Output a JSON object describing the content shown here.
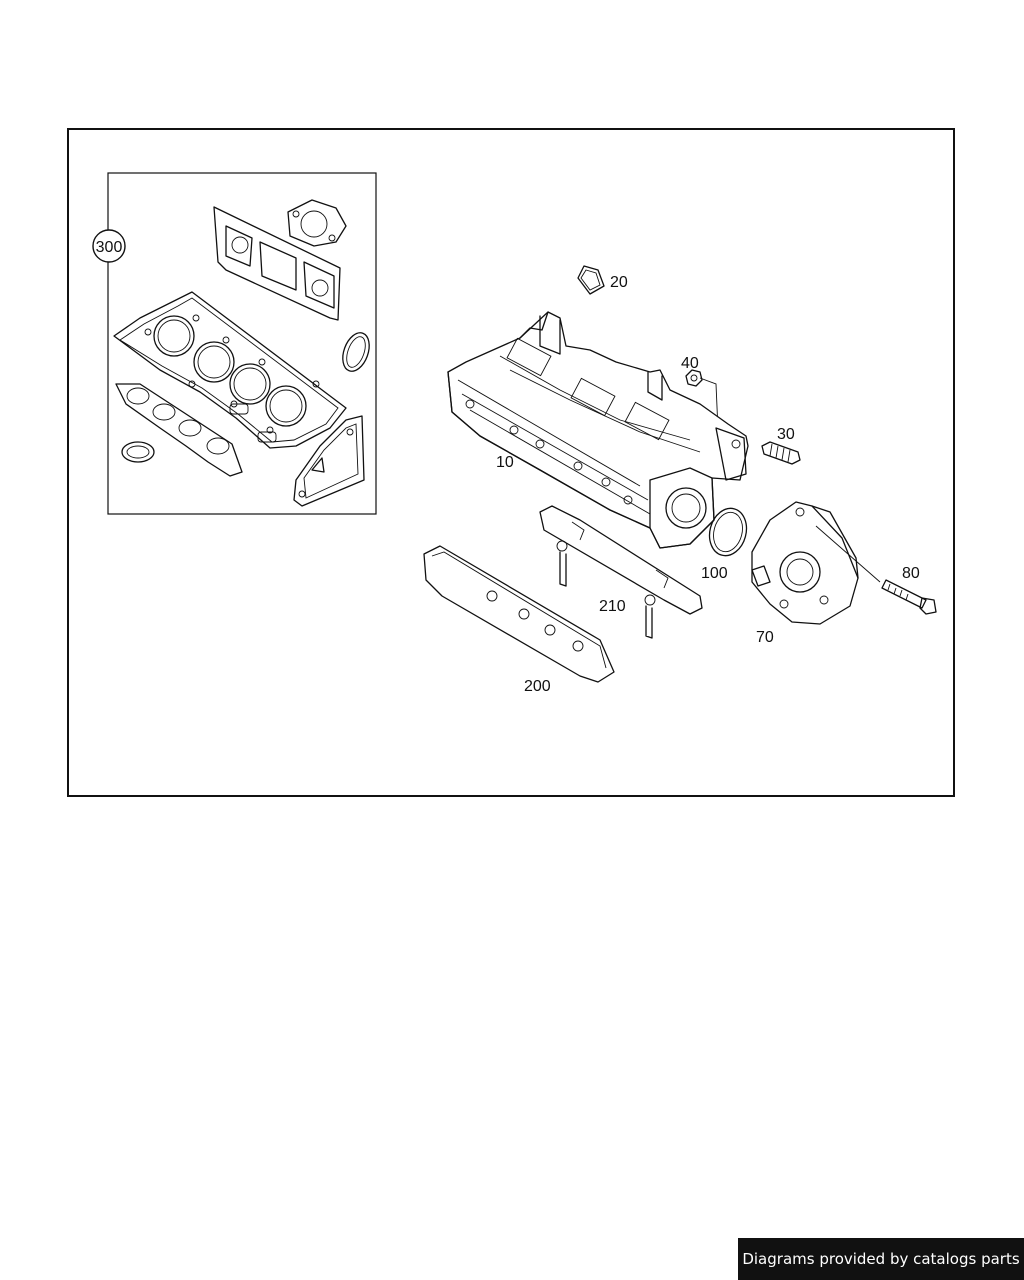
{
  "diagram": {
    "kit_callout": "300",
    "parts": {
      "p10": "10",
      "p20": "20",
      "p30": "30",
      "p40": "40",
      "p70": "70",
      "p80": "80",
      "p100": "100",
      "p200": "200",
      "p210": "210"
    }
  },
  "footer": {
    "credit": "Diagrams provided by catalogs parts"
  }
}
